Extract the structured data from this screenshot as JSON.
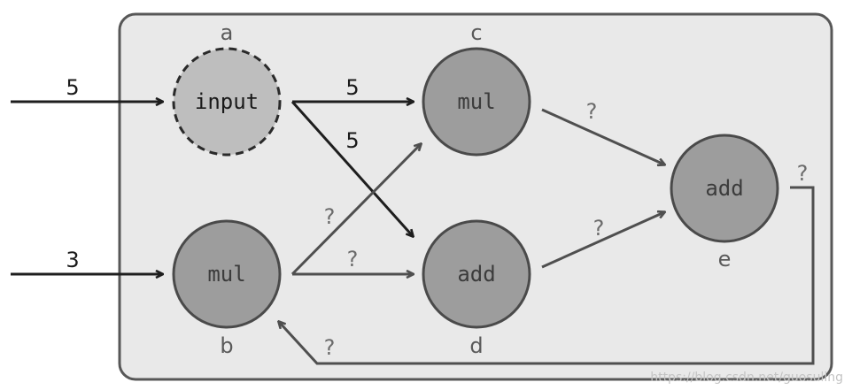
{
  "nodes": [
    {
      "id": "a",
      "text": "input",
      "letter": "a"
    },
    {
      "id": "b",
      "text": "mul",
      "letter": "b"
    },
    {
      "id": "c",
      "text": "mul",
      "letter": "c"
    },
    {
      "id": "d",
      "text": "add",
      "letter": "d"
    },
    {
      "id": "e",
      "text": "add",
      "letter": "e"
    }
  ],
  "edge_labels": {
    "in_a": "5",
    "in_b": "3",
    "a_to_c": "5",
    "a_to_d": "5",
    "b_to_c": "?",
    "b_to_d": "?",
    "c_to_e": "?",
    "d_to_e": "?",
    "e_out": "?",
    "e_to_b": "?"
  },
  "watermark": "https://blog.csdn.net/guosuling",
  "colors": {
    "panel_fill": "#e9e9e9",
    "panel_stroke": "#575757",
    "node_fill": "#9d9d9d",
    "node_stroke": "#4a4a4a",
    "input_fill": "#bebebe",
    "arrow_dark": "#1e1e1e",
    "arrow_grey": "#4f4f4f"
  }
}
